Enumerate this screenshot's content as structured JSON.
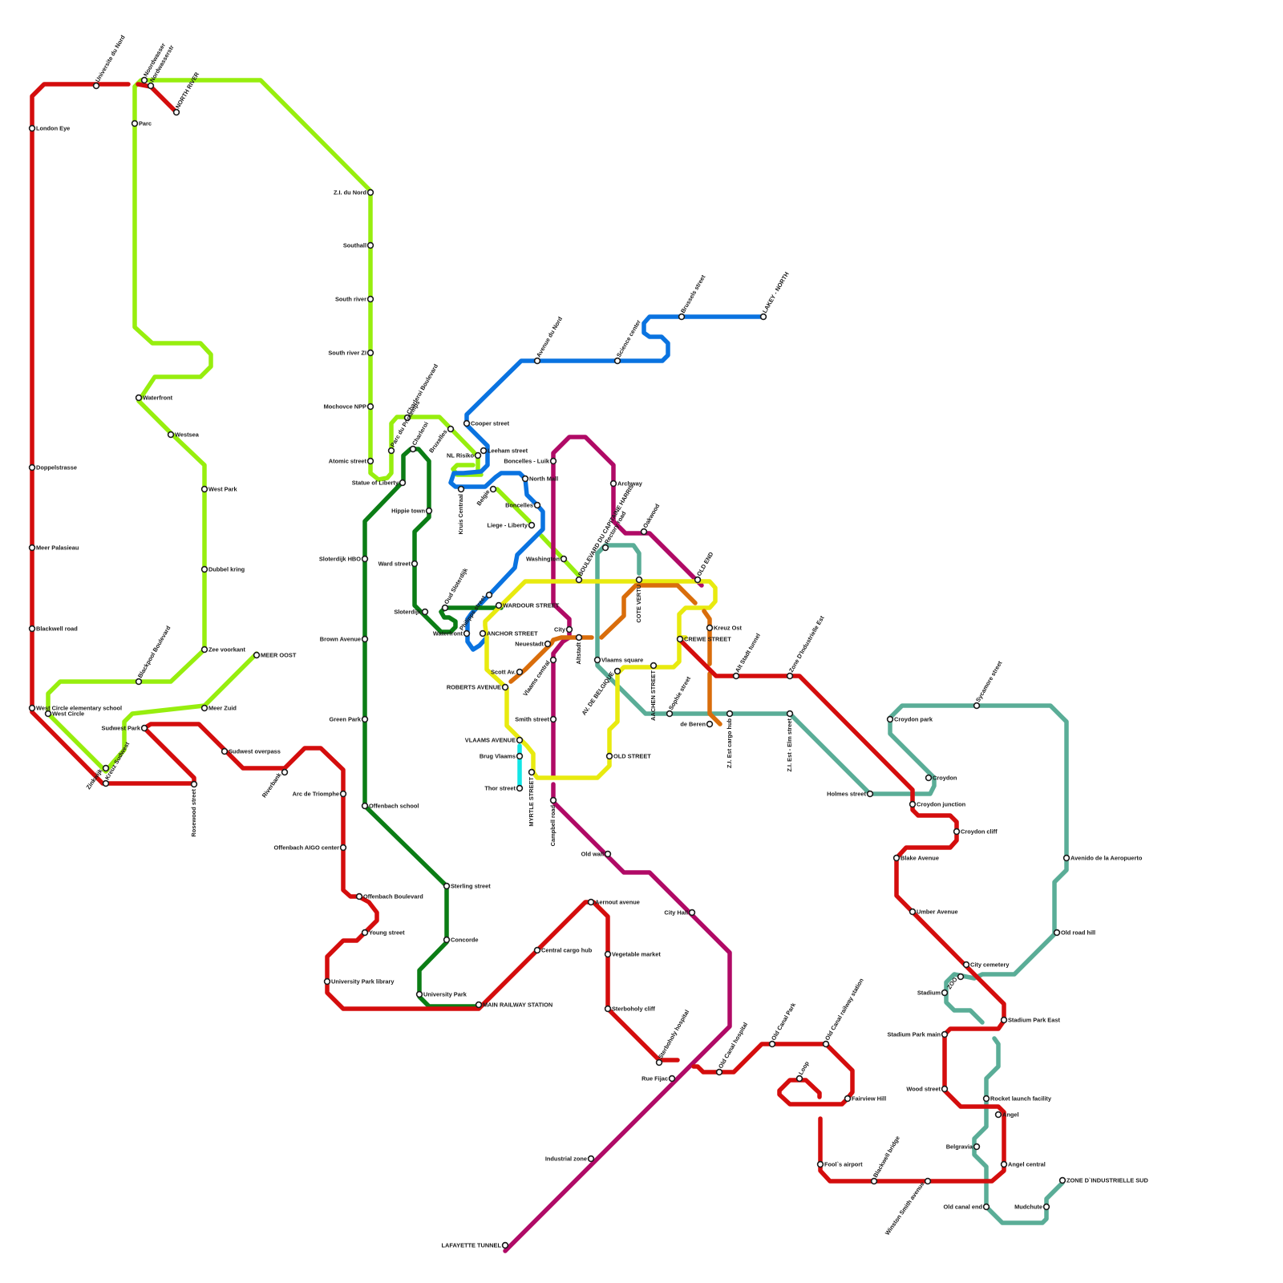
{
  "lines": {
    "red": "#d40d0d",
    "lime": "#97ee0e",
    "blue": "#0a73e0",
    "darkgreen": "#0b7d15",
    "magenta": "#b00a66",
    "yellow": "#e8ea0f",
    "orange": "#d96d0b",
    "teal": "#5aad97",
    "cyan": "#12e6e6"
  },
  "stations": {
    "universite_du_nord": "Universite du Nord",
    "noordwasser": "Noordwasser",
    "nordwasserstr": "Nordwasserstr",
    "north_river": "NORTH RIVER",
    "parc": "Parc",
    "london_eye": "London Eye",
    "doppelstrasse": "Doppelstrasse",
    "meer_palasieau": "Meer Palasieau",
    "blackwell_road": "Blackwell road",
    "west_circle_school": "West Circle elementary school",
    "west_circle": "West Circle",
    "waterfront_w": "Waterfront",
    "westsea": "Westsea",
    "west_park": "West Park",
    "dubbel_kring": "Dubbel kring",
    "zee_voorkant": "Zee voorkant",
    "meer_oost": "MEER OOST",
    "blackpool_boulevard": "Blackpool Boulevard",
    "meer_zuid": "Meer Zuid",
    "zinkwijk": "Zinkwijk",
    "kreuz_sudwest": "Kreuz Sudwest",
    "sudwest_park": "Sudwest Park",
    "sudwest_overpass": "Sudwest overpass",
    "rosewood_street": "Rosewood street",
    "riverbank": "Riverbank",
    "arc_de_triomphe": "Arc de Triomphe",
    "offenbach_aigo": "Offenbach AIGO center",
    "offenbach_boulevard": "Offenbach Boulevard",
    "young_street": "Young street",
    "university_park_library": "University Park library",
    "zi_du_nord": "Z.I. du Nord",
    "southall": "Southall",
    "south_river": "South river",
    "south_river_zi": "South river ZI",
    "mochovce_npp": "Mochovce NPP",
    "atomic_street": "Atomic street",
    "statue_of_liberty": "Statue of Liberty",
    "parc_du_printemps": "Parc du Printemps",
    "charleroi_boulevard": "Charleroi Boulevard",
    "charleroi": "Charleroi",
    "bruxelles": "Bruxelles",
    "nl_risiko": "NL Risiko",
    "leeham_street": "Leeham street",
    "cooper_street": "Cooper street",
    "avenue_du_nord": "Avenue du Nord",
    "science_center": "Science center",
    "brussels_street": "Brussels street",
    "lakey_north": "LAKEY - NORTH",
    "hippie_town": "Hippie town",
    "sloterdijk_hbo": "Sloterdijk HBO",
    "ward_street": "Ward street",
    "sloterdijk": "Sloterdijk",
    "oud_sloterdijk": "Oud Sloterdijk",
    "brown_avenue": "Brown Avenue",
    "green_park": "Green Park",
    "offenbach_school": "Offenbach school",
    "sterling_street": "Sterling street",
    "concorde": "Concorde",
    "university_park": "University Park",
    "main_railway": "MAIN RAILWAY STATION",
    "kruis_centraal": "Kruis Centraal",
    "belgie": "Belgie",
    "north_mall": "North Mall",
    "boncelles": "Boncelles",
    "liege_liberty": "Liege - Liberty",
    "boncelles_luik": "Boncelles - Luik",
    "washington": "Washington",
    "philipps_street": "Philipps street",
    "wardour_street": "WARDOUR STREET",
    "waterfront_c": "Waterfront",
    "anchor_street": "ANCHOR STREET",
    "archway": "Archway",
    "rectory_road": "Rectory road",
    "oakwood": "Oakwood",
    "boulevard_capitaine": "BOULEVARD DU CAPITAINE HARRIS",
    "old_end": "OLD END",
    "cote_vertu": "COTE VERTU",
    "city": "City",
    "neuestadt": "Neuestadt",
    "altstadt": "Altstadt",
    "vlaams_square": "Vlaams square",
    "vlaams_central": "Vlaams central",
    "scott_av": "Scott Av.",
    "roberts_avenue": "ROBERTS AVENUE",
    "av_de_belgique": "AV. DE BELGIQUE",
    "aachen_street": "AACHEN STREET",
    "kreuz_ost": "Kreuz Ost",
    "crewe_street": "CREWE STREET",
    "alt_stadt_tunnel": "Alt Stadt tunnel",
    "zone_industrielle_est": "Zone D'Industrielle Est",
    "sophie_street": "Sophie street",
    "de_beren": "de Beren",
    "zi_est_cargo": "Z.I. Est cargo hub",
    "zi_est_elm": "Z.I. Est - Elm street",
    "smith_street": "Smith street",
    "vlaams_avenue": "VLAAMS AVENUE",
    "brug_vlaams": "Brug Vlaams",
    "thor_street": "Thor street",
    "myrtle_street": "MYRTLE STREET",
    "old_street": "OLD STREET",
    "campbell_road": "Campbell road",
    "old_wall": "Old wall",
    "city_hall": "City Hall",
    "aernout_avenue": "Aernout avenue",
    "central_cargo_hub": "Central cargo hub",
    "vegetable_market": "Vegetable market",
    "sterboholy_cliff": "Sterboholy cliff",
    "sterboholy_hospital": "Sterboholy hospital",
    "rue_fijac": "Rue Fijac",
    "industrial_zone": "Industrial zone",
    "lafayette_tunnel": "LAFAYETTE TUNNEL",
    "sycamore_street": "Sycamore street",
    "croydon_park": "Croydon park",
    "croydon": "Croydon",
    "holmes_street": "Holmes street",
    "croydon_junction": "Croydon junction",
    "croydon_cliff": "Croydon cliff",
    "blake_avenue": "Blake Avenue",
    "umber_avenue": "Umber Avenue",
    "avenido_aeropuerto": "Avenido de la Aeropuerto",
    "old_road_hill": "Old road hill",
    "city_cemetery": "City cemetery",
    "zoo": "ZOO",
    "stadium": "Stadium",
    "stadium_park_east": "Stadium Park East",
    "stadium_park_main": "Stadium Park main",
    "wood_street": "Wood street",
    "rocket_launch": "Rocket launch facility",
    "angel": "Angel",
    "belgravia": "Belgravia",
    "angel_central": "Angel central",
    "old_canal_hospital": "Old Canal hospital",
    "old_canal_park": "Old Canal Park",
    "old_canal_railway": "Old Canal railway station",
    "loop": "Loop",
    "fairview_hill": "Fairview Hill",
    "fools_airport": "Fool`s airport",
    "blackwell_bridge": "Blackwell bridge",
    "winston_smith": "Winston Smith avenue",
    "old_canal_end": "Old canal end",
    "mudchute": "Mudchute",
    "zone_industrielle_sud": "ZONE D`INDUSTRIELLE SUD"
  }
}
